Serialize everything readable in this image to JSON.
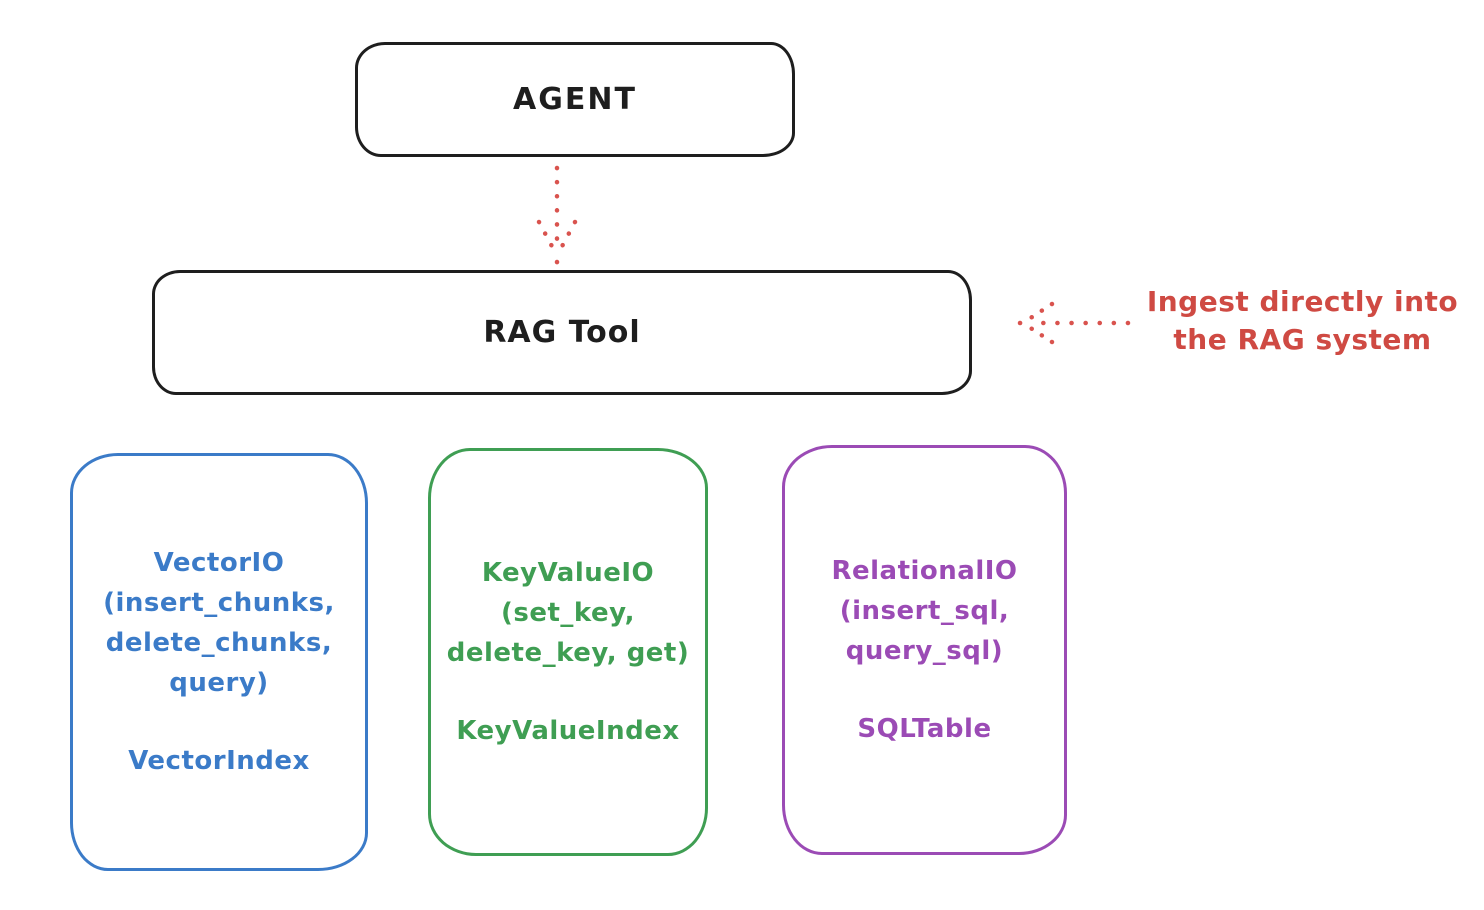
{
  "nodes": {
    "agent": {
      "label": "AGENT"
    },
    "rag_tool": {
      "label": "RAG Tool"
    }
  },
  "annotation": {
    "line1": "Ingest directly into",
    "line2": "the RAG system"
  },
  "backends": [
    {
      "name": "vector-io",
      "color": "#3b7bc8",
      "lines": [
        "VectorIO",
        "(insert_chunks,",
        "delete_chunks,",
        "query)"
      ],
      "index": "VectorIndex"
    },
    {
      "name": "key-value-io",
      "color": "#3f9e53",
      "lines": [
        "KeyValueIO",
        "(set_key,",
        "delete_key, get)"
      ],
      "index": "KeyValueIndex"
    },
    {
      "name": "relational-io",
      "color": "#9b4bb5",
      "lines": [
        "RelationalIO",
        "(insert_sql,",
        "query_sql)"
      ],
      "index": "SQLTable"
    }
  ],
  "colors": {
    "node_stroke": "#1e1e1e",
    "arrow_red": "#cf4a43",
    "background": "#ffffff"
  }
}
